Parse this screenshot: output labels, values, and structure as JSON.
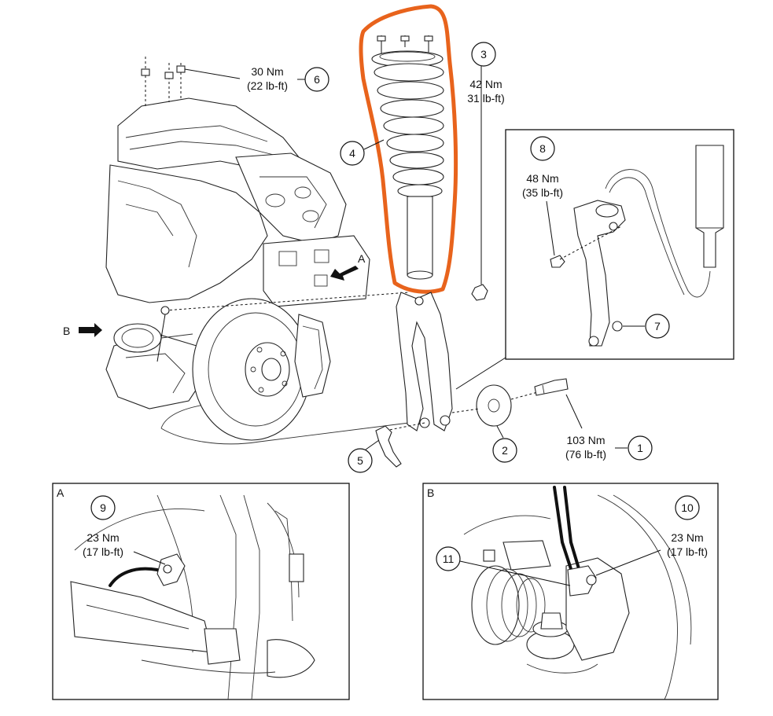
{
  "callouts": {
    "c1": {
      "num": "1",
      "torque_nm": "103 Nm",
      "torque_lbft": "(76 lb-ft)"
    },
    "c2": {
      "num": "2"
    },
    "c3": {
      "num": "3",
      "torque_nm": "42 Nm",
      "torque_lbft": "31 lb-ft)"
    },
    "c4": {
      "num": "4"
    },
    "c5": {
      "num": "5"
    },
    "c6": {
      "num": "6",
      "torque_nm": "30 Nm",
      "torque_lbft": "(22 lb-ft)"
    },
    "c7": {
      "num": "7"
    },
    "c8": {
      "num": "8",
      "torque_nm": "48 Nm",
      "torque_lbft": "(35 lb-ft)"
    },
    "c9": {
      "num": "9",
      "torque_nm": "23 Nm",
      "torque_lbft": "(17 lb-ft)"
    },
    "c10": {
      "num": "10",
      "torque_nm": "23 Nm",
      "torque_lbft": "(17 lb-ft)"
    },
    "c11": {
      "num": "11"
    }
  },
  "view_labels": {
    "a_arrow": "A",
    "b_arrow": "B",
    "inset_a": "A",
    "inset_b": "B"
  },
  "colors": {
    "highlight": "#e8631c",
    "line": "#111111"
  }
}
